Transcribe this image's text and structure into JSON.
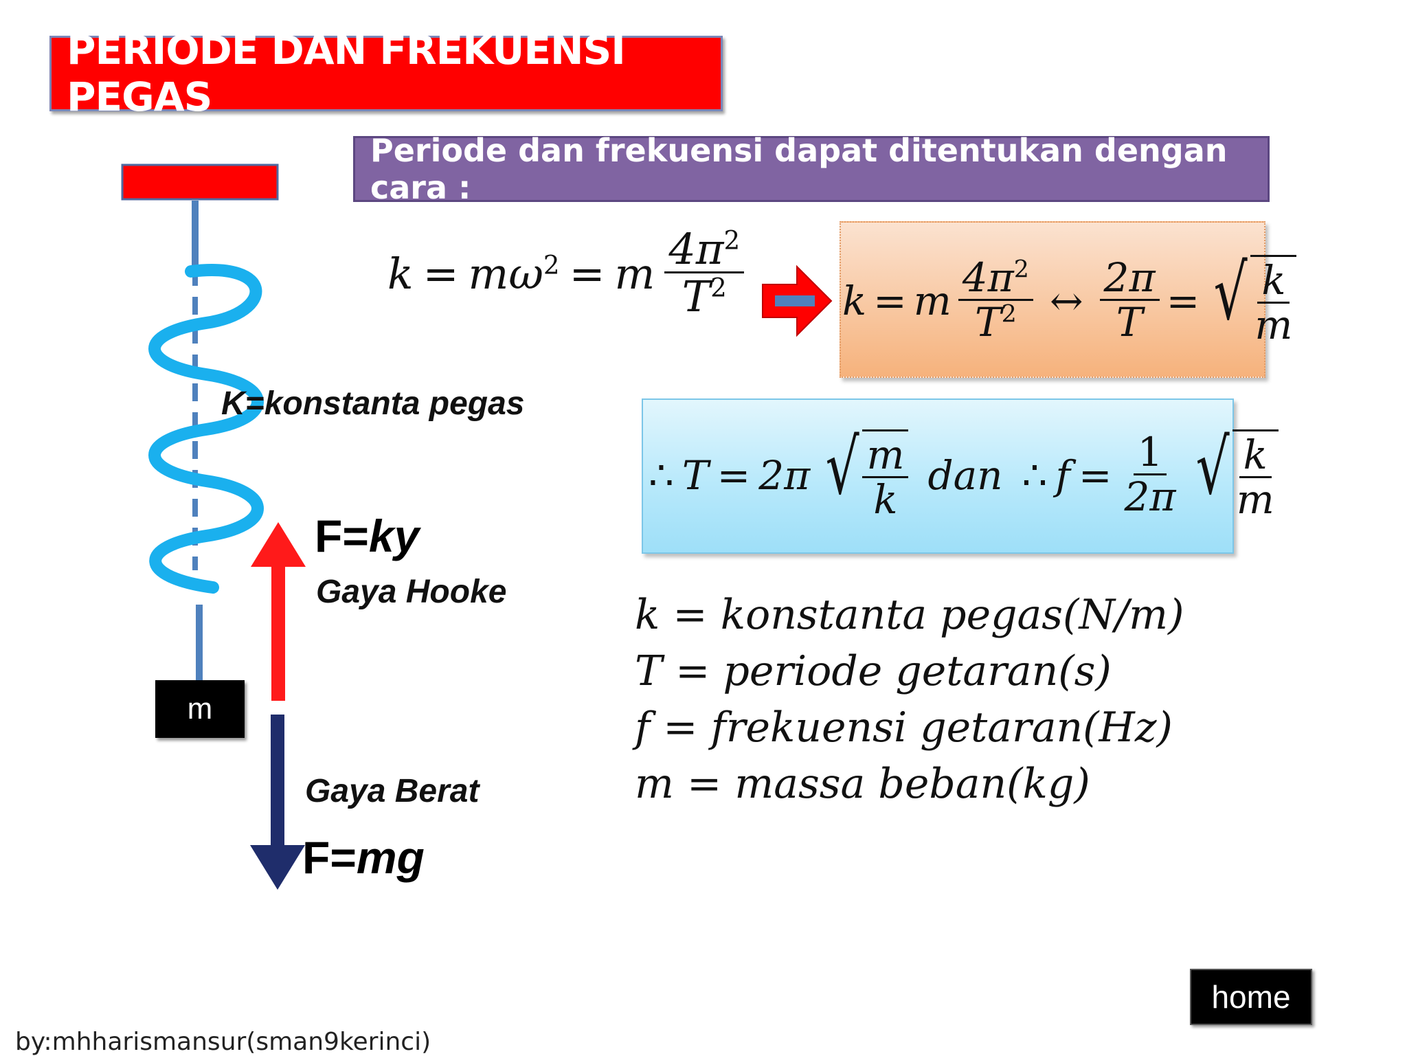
{
  "slide": {
    "title": "PERIODE DAN FREKUENSI PEGAS",
    "subtitle": "Periode dan frekuensi dapat ditentukan dengan cara :"
  },
  "diagram": {
    "mass_label": "m",
    "spring_label": "K=konstanta pegas",
    "hooke_formula_F": "F=",
    "hooke_formula_var": "ky",
    "hooke_name": "Gaya Hooke",
    "weight_name": "Gaya Berat",
    "weight_formula_F": "F=",
    "weight_formula_var": "mg",
    "colors": {
      "ceiling": "#ff0000",
      "spring": "#1ab0ee",
      "rod": "#4f81bd",
      "up_arrow": "#ff1a1a",
      "down_arrow": "#1f2d6b"
    }
  },
  "equations": {
    "eq1": {
      "lhs": "k",
      "eq": "=",
      "mid": "mω",
      "mid_exp": "2",
      "m": "m",
      "num": "4π",
      "num_exp": "2",
      "den": "T",
      "den_exp": "2"
    },
    "eq2": {
      "lhs": "k",
      "eq": "=",
      "m": "m",
      "num1": "4π",
      "num1_exp": "2",
      "den1": "T",
      "den1_exp": "2",
      "iff": "↔",
      "num2": "2π",
      "den2": "T",
      "eq2": "=",
      "sq_num": "k",
      "sq_den": "m"
    },
    "eq3": {
      "therefore1": "∴",
      "T": "T",
      "eq": "=",
      "twopi": "2π",
      "sq1_num": "m",
      "sq1_den": "k",
      "dan": "dan",
      "therefore2": "∴",
      "f": "f",
      "eq2": "=",
      "frac_num": "1",
      "frac_den": "2π",
      "sq2_num": "k",
      "sq2_den": "m"
    }
  },
  "definitions": [
    "k = konstanta pegas(N/m)",
    "T = periode getaran(s)",
    "f = frekuensi getaran(Hz)",
    "m = massa beban(kg)"
  ],
  "nav": {
    "home_label": "home"
  },
  "footer": {
    "credit": "by:mhharismansur(sman9kerinci)"
  }
}
